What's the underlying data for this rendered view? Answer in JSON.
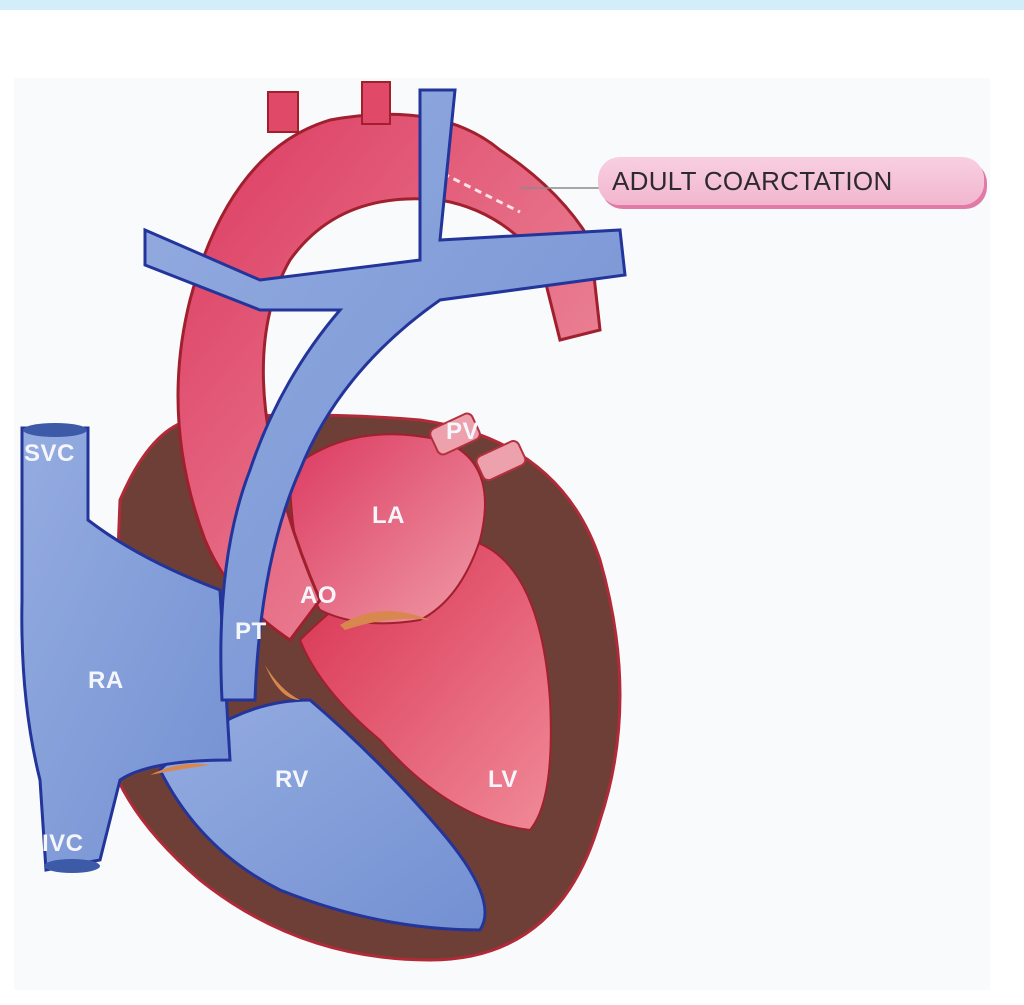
{
  "figure": {
    "title": "Heart diagram - adult coarctation of the aorta",
    "callout": {
      "label": "ADULT COARCTATION"
    },
    "labels": {
      "svc": "SVC",
      "ivc": "IVC",
      "ra": "RA",
      "rv": "RV",
      "pt": "PT",
      "ao": "AO",
      "la": "LA",
      "lv": "LV",
      "pv": "PV"
    },
    "colors": {
      "header_band": "#d3edfa",
      "background": "#f9fafc",
      "venous_blue": "#7f9bd6",
      "vessel_outline": "#23349a",
      "arterial_red": "#e25570",
      "myocardium": "#6e3f36",
      "valve_orange": "#d8884f",
      "callout_pink": "#f5c2d7",
      "label_white": "#f4f6fb"
    }
  }
}
